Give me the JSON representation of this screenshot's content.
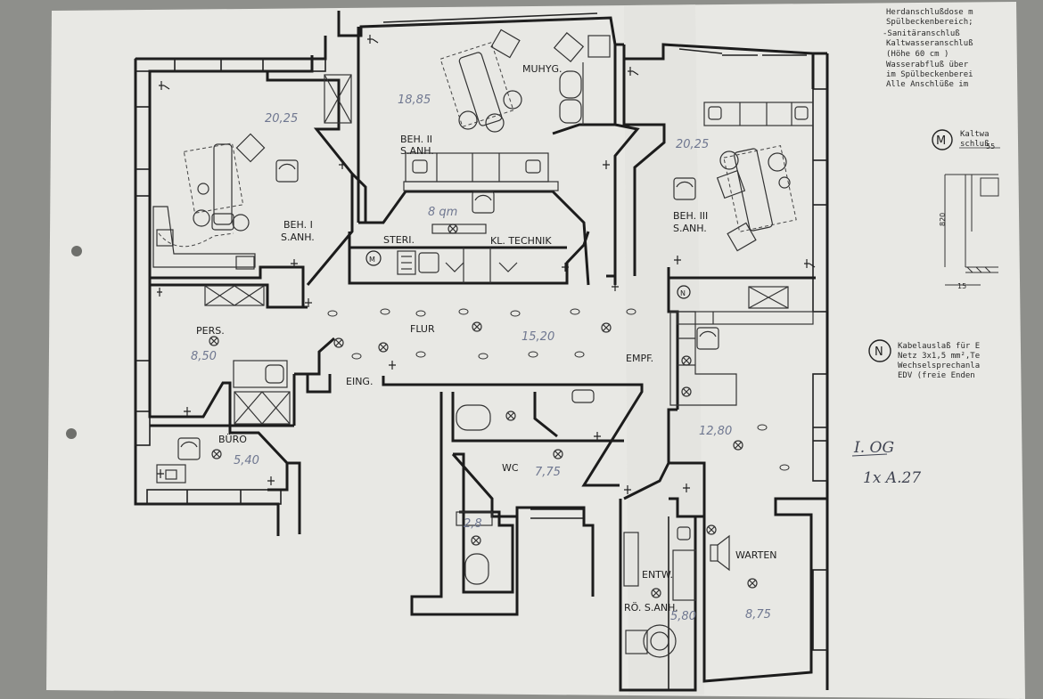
{
  "rooms": [
    {
      "id": "beh1",
      "name": "BEH. I",
      "sub": "S.ANH.",
      "area": "20,25"
    },
    {
      "id": "beh2",
      "name": "BEH. II",
      "sub": "S.ANH.",
      "area": "18,85"
    },
    {
      "id": "beh3",
      "name": "BEH. III",
      "sub": "S.ANH.",
      "area": "20,25"
    },
    {
      "id": "muhyg",
      "name": "MUHYG.",
      "sub": "",
      "area": ""
    },
    {
      "id": "steri",
      "name": "STERI.",
      "sub": "",
      "area": "8 qm"
    },
    {
      "id": "kltechnik",
      "name": "KL. TECHNIK",
      "sub": "",
      "area": ""
    },
    {
      "id": "flur",
      "name": "FLUR",
      "sub": "",
      "area": "15,20"
    },
    {
      "id": "pers",
      "name": "PERS.",
      "sub": "",
      "area": "8,50"
    },
    {
      "id": "eing",
      "name": "EING.",
      "sub": "",
      "area": ""
    },
    {
      "id": "empf",
      "name": "EMPF.",
      "sub": "",
      "area": "12,80"
    },
    {
      "id": "buero",
      "name": "BÜRO",
      "sub": "",
      "area": "5,40"
    },
    {
      "id": "wc",
      "name": "WC",
      "sub": "",
      "area": "7,75"
    },
    {
      "id": "wc2",
      "name": "",
      "sub": "",
      "area": "2,8"
    },
    {
      "id": "entw",
      "name": "ENTW.",
      "sub": "",
      "area": ""
    },
    {
      "id": "ro",
      "name": "RÖ. S.ANH.",
      "sub": "",
      "area": "5,80"
    },
    {
      "id": "warten",
      "name": "WARTEN",
      "sub": "",
      "area": "8,75"
    }
  ],
  "legend": {
    "top_lines": [
      "Herdanschlußdose m",
      "Spülbeckenbereich;",
      "-Sanitäranschluß",
      "Kaltwasseranschluß",
      "(Höhe 60 cm )",
      "Wasserabfluß über",
      "im Spülbeckenberei",
      "Alle Anschlüße im"
    ],
    "m_symbol": "M",
    "m_lines": [
      "Kaltwa",
      "schluß"
    ],
    "dims": {
      "top": "55",
      "height": "820",
      "bottom": "15"
    },
    "n_symbol": "N",
    "n_lines": [
      "Kabelauslaß für E",
      "Netz 3x1,5 mm²,Te",
      "Wechselsprechanla",
      "EDV (freie Enden"
    ]
  },
  "handwriting": {
    "floor": "I. OG",
    "scale": "1x A.27"
  },
  "colors": {
    "paper": "#e9e9e5",
    "ink": "#1c1c1c",
    "pencil": "#6f7790",
    "background": "#8e8f8b"
  }
}
